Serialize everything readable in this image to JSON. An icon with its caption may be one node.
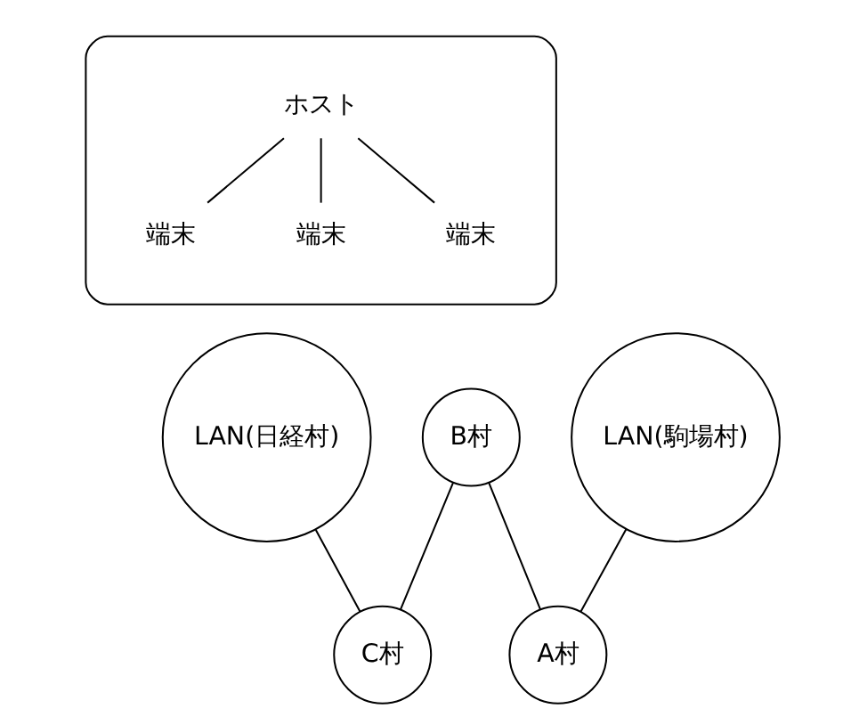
{
  "diagram": {
    "nodes": [
      {
        "text": [],
        "shape": "ellipse"
      },
      {
        "text": [
          "ホスト"
        ],
        "in": 0
      },
      {
        "text": [
          "端末"
        ],
        "in": 0
      },
      {
        "text": [
          "端末"
        ],
        "in": 0
      },
      {
        "text": [
          "端末"
        ],
        "in": 0
      },
      {
        "text": [
          "LAN(駒場村)"
        ]
      },
      {
        "text": [
          "B村"
        ]
      },
      {
        "text": [
          "LAN(日経村)"
        ]
      },
      {
        "text": [
          "A村"
        ]
      },
      {
        "text": [
          "C村"
        ]
      }
    ],
    "edges": [
      {
        "from": 1,
        "to": 2,
        "arrow": "none"
      },
      {
        "from": 1,
        "to": 3,
        "arrow": "none"
      },
      {
        "from": 1,
        "to": 4,
        "arrow": "none"
      },
      {
        "from": 5,
        "to": 8,
        "arrow": "none"
      },
      {
        "from": 8,
        "to": 6,
        "arrow": "none"
      },
      {
        "from": 6,
        "to": 9,
        "arrow": "none"
      },
      {
        "from": 7,
        "to": 9,
        "arrow": "none"
      }
    ]
  }
}
